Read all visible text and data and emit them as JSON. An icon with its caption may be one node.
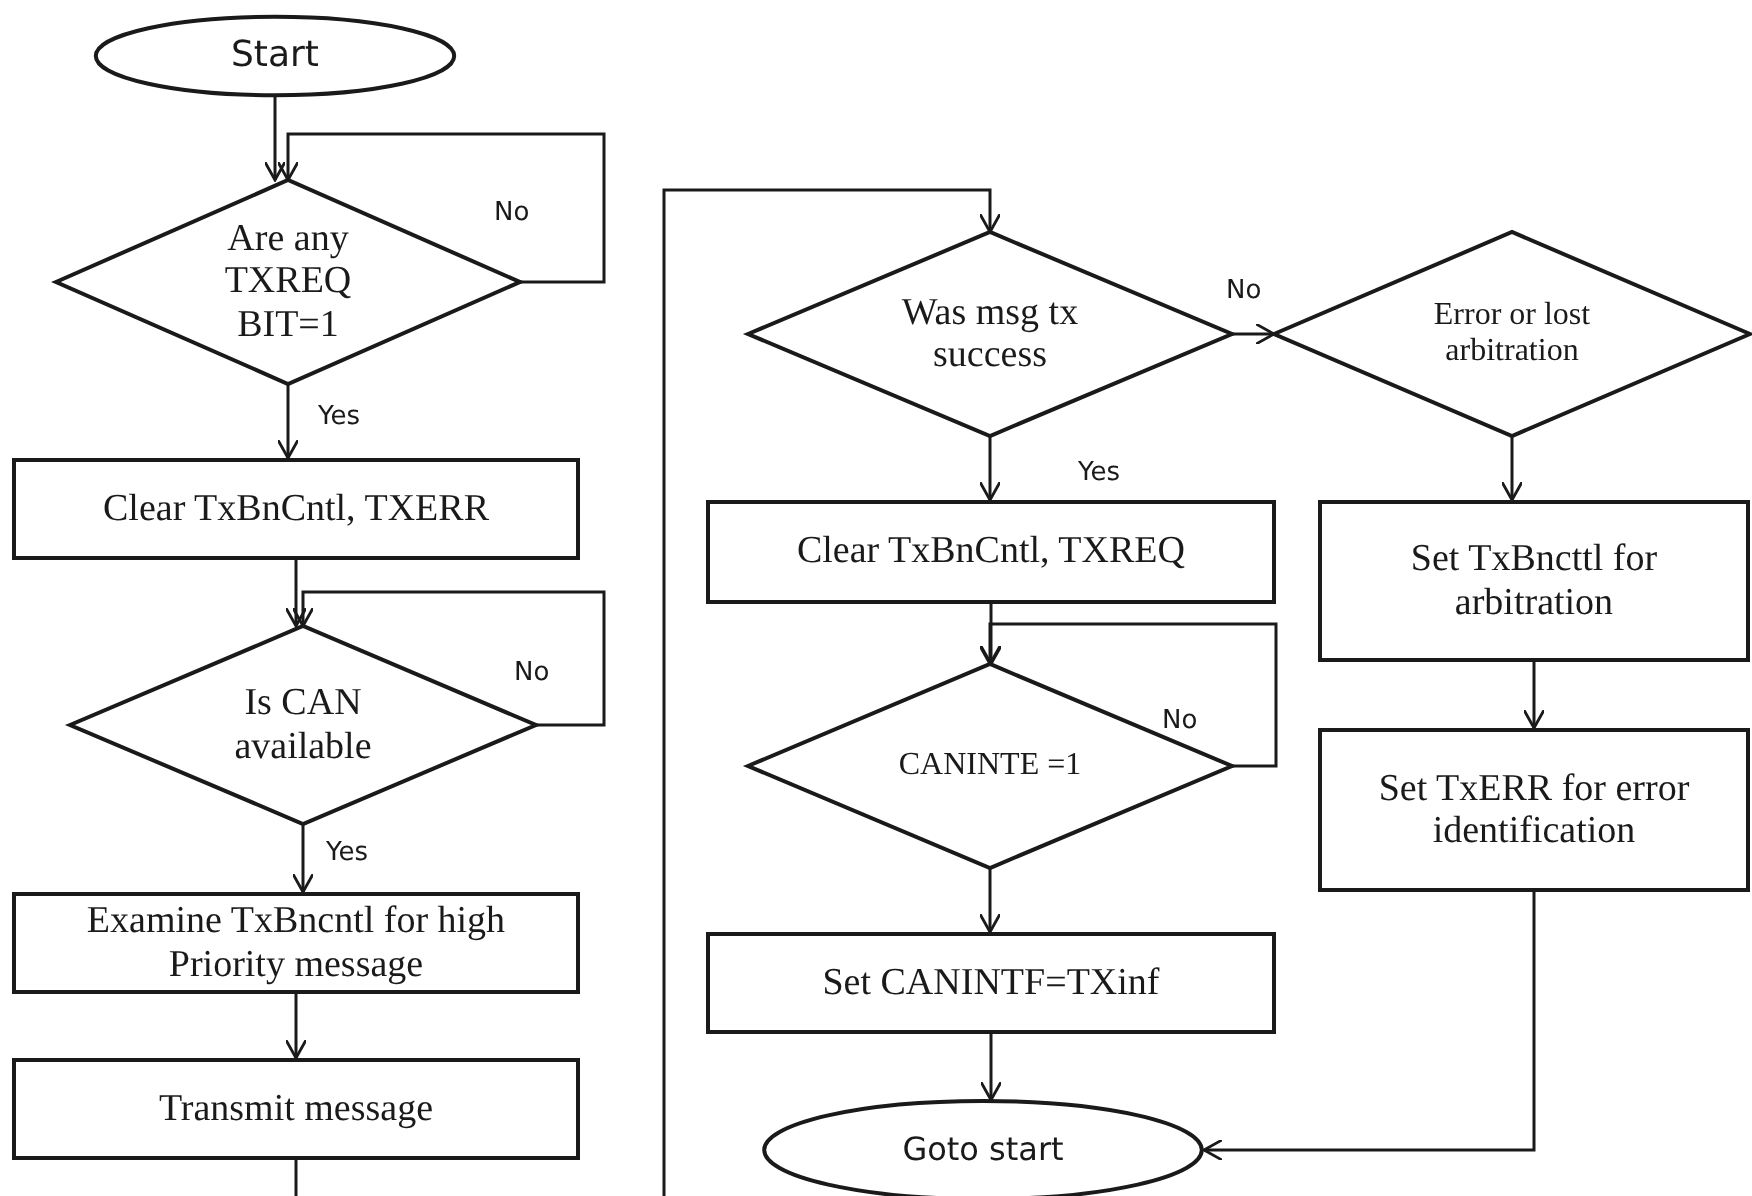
{
  "diagram": {
    "nodes": [
      {
        "text": [
          "Start"
        ]
      },
      {
        "text": [
          "Are any TXREQ BIT=1"
        ]
      },
      {
        "text": [
          "Clear TxBnCntl, TXERR"
        ]
      },
      {
        "text": [
          "Is CAN available"
        ]
      },
      {
        "text": [
          "Examine TxBncntl for high Priority message"
        ]
      },
      {
        "text": [
          "Transmit message"
        ]
      },
      {
        "text": [
          "Was msg tx success"
        ]
      },
      {
        "text": [
          "Error or lost arbitration"
        ]
      },
      {
        "text": [
          "Clear TxBnCntl, TXREQ"
        ]
      },
      {
        "text": [
          "CANINTE =1"
        ]
      },
      {
        "text": [
          "Set CANINTF=TXinf"
        ]
      },
      {
        "text": [
          "Goto start"
        ]
      },
      {
        "text": [
          "Set TxBncttl for arbitration"
        ]
      },
      {
        "text": [
          "Set TxERR for error identification"
        ]
      }
    ],
    "edges": [
      {
        "from": 0,
        "to": 1,
        "arrow": "to"
      },
      {
        "from": 1,
        "to": 1,
        "arrow": "to",
        "label": "No"
      },
      {
        "from": 1,
        "to": 2,
        "arrow": "to",
        "label": "Yes"
      },
      {
        "from": 2,
        "to": 3,
        "arrow": "to"
      },
      {
        "from": 3,
        "to": 3,
        "arrow": "to",
        "label": "No"
      },
      {
        "from": 3,
        "to": 4,
        "arrow": "to",
        "label": "Yes"
      },
      {
        "from": 4,
        "to": 5,
        "arrow": "to"
      },
      {
        "from": 5,
        "to": null,
        "arrow": "none"
      },
      {
        "from": null,
        "to": 6,
        "arrow": "to"
      },
      {
        "from": 6,
        "to": 7,
        "arrow": "to",
        "label": "No"
      },
      {
        "from": 6,
        "to": 8,
        "arrow": "to",
        "label": "Yes"
      },
      {
        "from": 7,
        "to": 12,
        "arrow": "to"
      },
      {
        "from": 8,
        "to": 9,
        "arrow": "to"
      },
      {
        "from": 9,
        "to": 9,
        "arrow": "to",
        "label": "No"
      },
      {
        "from": 9,
        "to": 10,
        "arrow": "to"
      },
      {
        "from": 10,
        "to": 11,
        "arrow": "to"
      },
      {
        "from": 12,
        "to": 13,
        "arrow": "to"
      },
      {
        "from": 13,
        "to": 11,
        "arrow": "to"
      }
    ]
  }
}
